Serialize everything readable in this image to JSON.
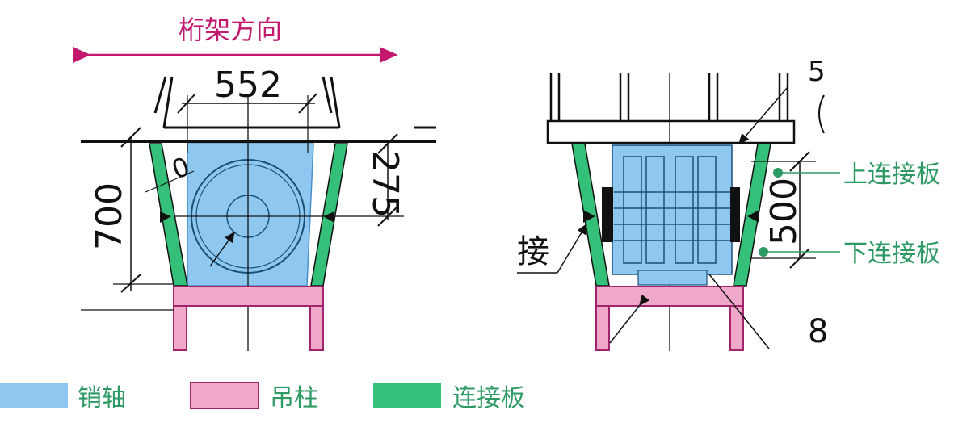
{
  "title": {
    "text": "桁架方向"
  },
  "dimensions": {
    "width_top": "552",
    "left_height": "700",
    "offset_upper": "275",
    "right_spacing": "500"
  },
  "labels": {
    "upper_plate": "上连接板",
    "lower_plate": "下连接板",
    "connect_fragment": "接",
    "bottom_fragment": "8",
    "top_right_fragment": "5",
    "left_fragment": "0"
  },
  "legend": [
    {
      "label": "销轴",
      "color": "#8ec8f0"
    },
    {
      "label": "吊柱",
      "color": "#f0a8c8"
    },
    {
      "label": "连接板",
      "color": "#35c07a"
    }
  ],
  "colors": {
    "pin_fill": "#8ec8f0",
    "column_fill": "#f0a8c8",
    "column_stroke": "#a0256e",
    "plate_fill": "#35c07a",
    "accent": "#c2186d",
    "line": "#111111"
  }
}
